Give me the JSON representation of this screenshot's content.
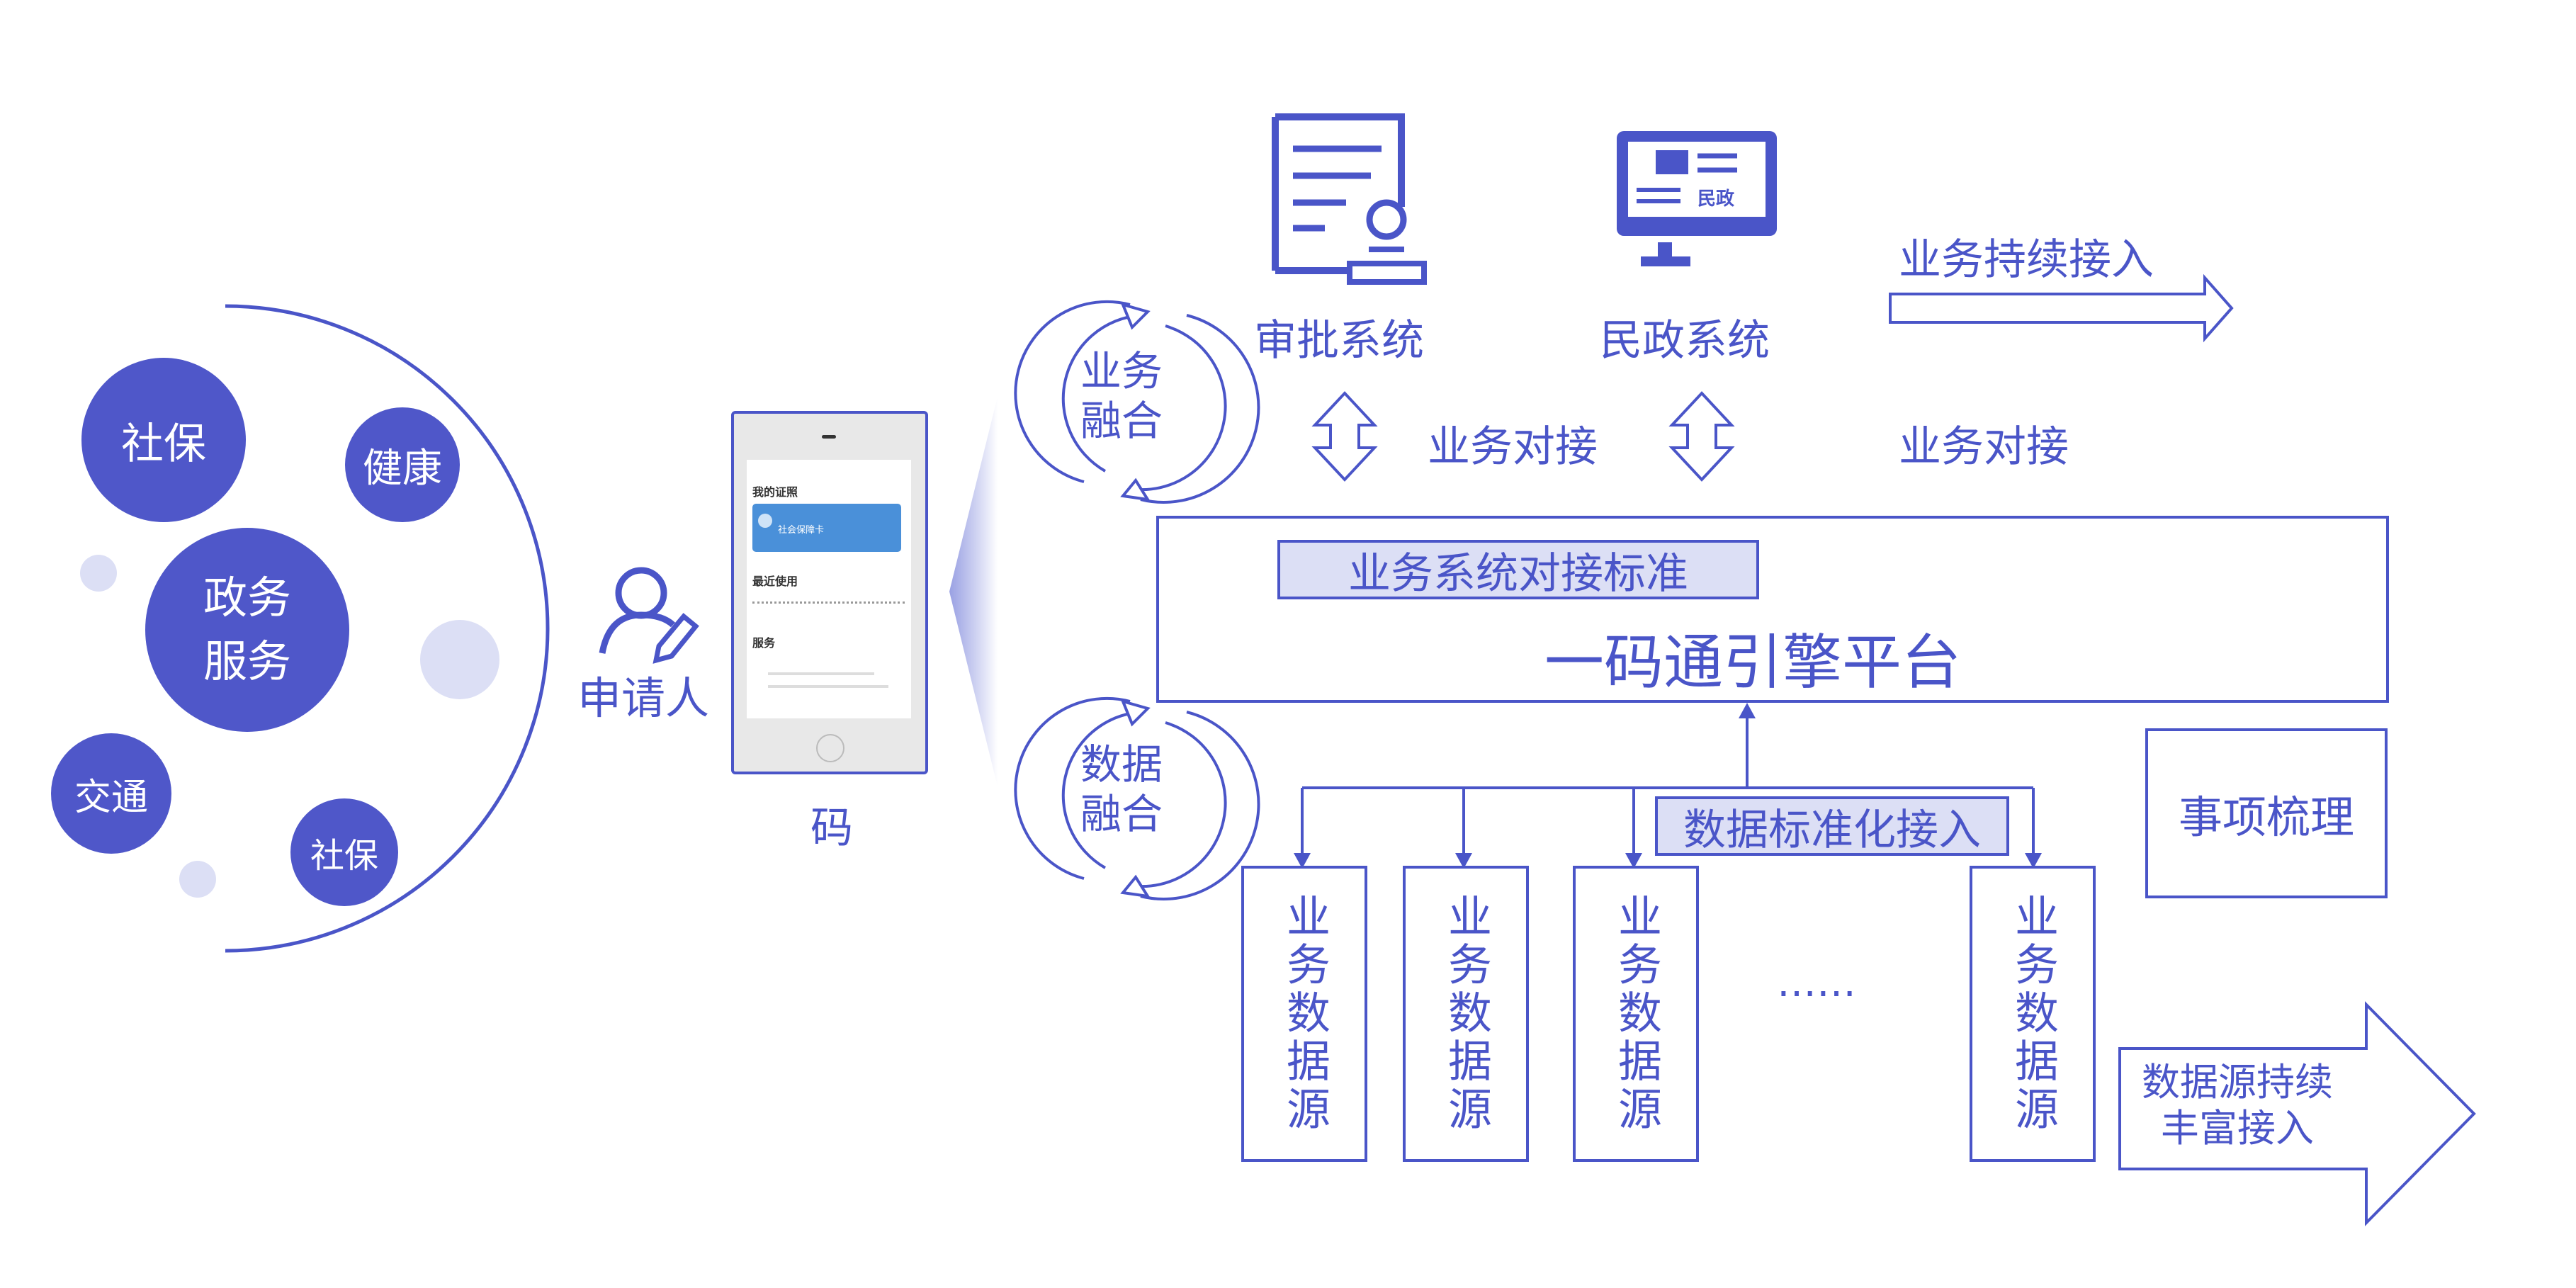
{
  "left": {
    "bubbles": {
      "shebao_top": "社保",
      "jiankang": "健康",
      "zhengwu_line1": "政务",
      "zhengwu_line2": "服务",
      "jiaotong": "交通",
      "shebao_bottom": "社保"
    },
    "applicant": "申请人",
    "phone_caption": "码"
  },
  "phone": {
    "section1": "我的证照",
    "card_text": "社会保障卡",
    "section2": "最近使用",
    "section3": "服务"
  },
  "top": {
    "approval_system": "审批系统",
    "civil_system": "民政系统",
    "civil_badge": "民政",
    "continuous_access": "业务持续接入",
    "business_link_1": "业务对接",
    "business_link_2": "业务对接"
  },
  "cycles": {
    "business_fusion_line1": "业务",
    "business_fusion_line2": "融合",
    "data_fusion_line1": "数据",
    "data_fusion_line2": "融合"
  },
  "platform": {
    "standard_tag": "业务系统对接标准",
    "title": "一码通引擎平台"
  },
  "right": {
    "items_sorting": "事项梳理",
    "data_standard_tag": "数据标准化接入",
    "sources": [
      "业务数据源",
      "业务数据源",
      "业务数据源",
      "业务数据源"
    ],
    "ellipsis": "……",
    "enrich_line1": "数据源持续",
    "enrich_line2": "丰富接入"
  },
  "colors": {
    "primary": "#4a55c8",
    "bubble": "#4f57c9",
    "light": "#dcdff5"
  }
}
